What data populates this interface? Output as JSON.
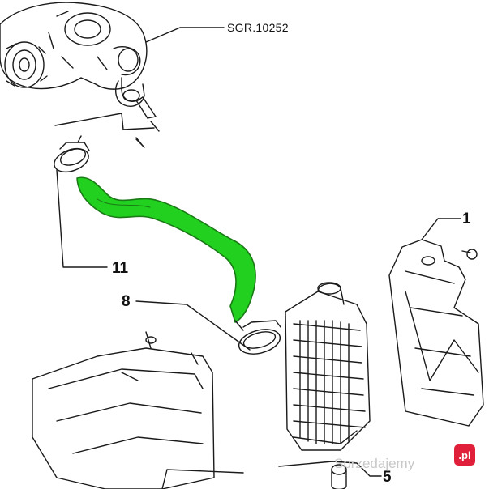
{
  "diagram": {
    "reference_label": "SGR.10252",
    "part_labels": {
      "bracket": "1",
      "clamp_small": "8",
      "hose_clamp_upper": "11",
      "intercooler": "5"
    },
    "highlight_color": "#22d11f",
    "line_color": "#1a1a1a"
  },
  "watermark": {
    "text": "Sprzedajemy",
    "suffix": ".pl",
    "badge_color": "#e0203a"
  }
}
